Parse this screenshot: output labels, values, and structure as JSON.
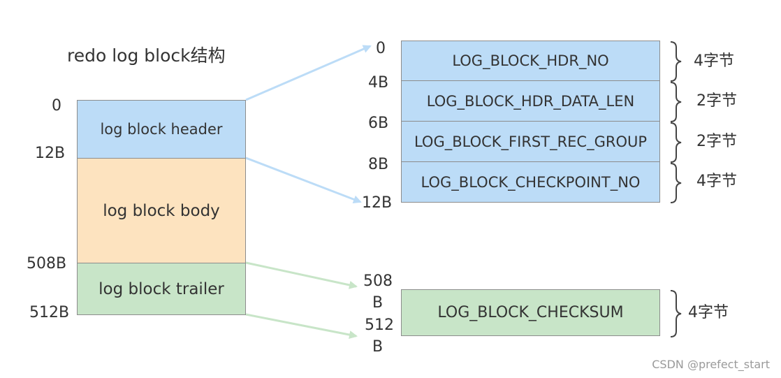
{
  "title": "redo log block结构",
  "left": {
    "header_label": "log block header",
    "body_label": "log block body",
    "trailer_label": "log block trailer",
    "offsets": [
      "0",
      "12B",
      "508B",
      "512B"
    ]
  },
  "header_fields": [
    {
      "name": "LOG_BLOCK_HDR_NO",
      "size": "4字节"
    },
    {
      "name": "LOG_BLOCK_HDR_DATA_LEN",
      "size": "2字节"
    },
    {
      "name": "LOG_BLOCK_FIRST_REC_GROUP",
      "size": "2字节"
    },
    {
      "name": "LOG_BLOCK_CHECKPOINT_NO",
      "size": "4字节"
    }
  ],
  "header_offsets": [
    "0",
    "4B",
    "6B",
    "8B",
    "12B"
  ],
  "trailer": {
    "name": "LOG_BLOCK_CHECKSUM",
    "size": "4字节",
    "offset_top": "508\nB",
    "offset_top_1": "508",
    "offset_top_2": "B",
    "offset_bottom_1": "512",
    "offset_bottom_2": "B"
  },
  "watermark": "CSDN @prefect_start",
  "colors": {
    "header_fill": "#bcdcf7",
    "body_fill": "#fde3bf",
    "trailer_fill": "#c8e5c8",
    "blue_arrow": "#bcdcf7",
    "green_arrow": "#c8e5c8"
  }
}
